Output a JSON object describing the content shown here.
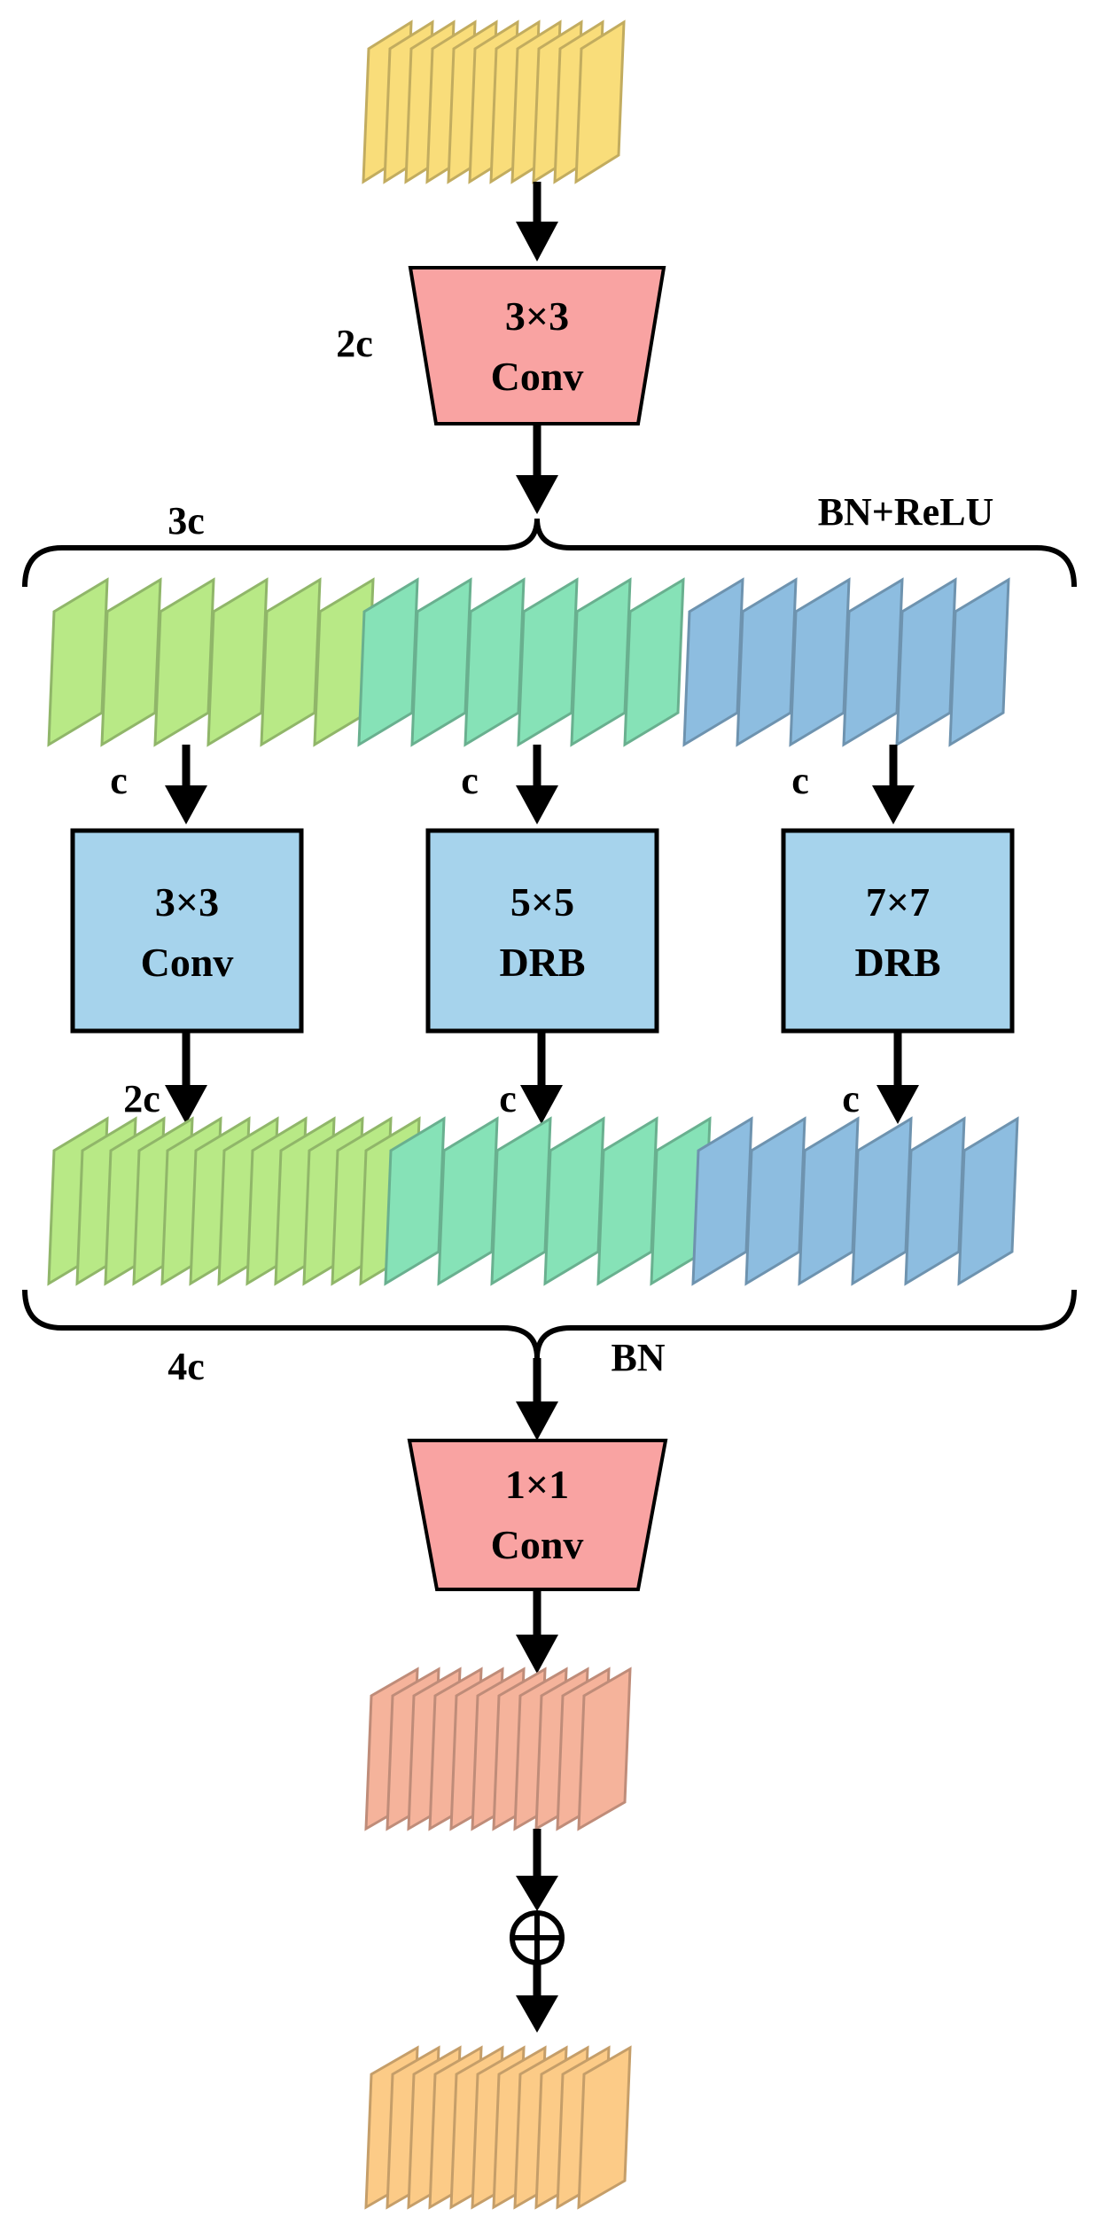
{
  "labels": {
    "conv_in_channels": "2c",
    "split_channels": "3c",
    "split_norm": "BN+ReLU",
    "branch1_in": "c",
    "branch2_in": "c",
    "branch3_in": "c",
    "branch1_out": "2c",
    "branch2_out": "c",
    "branch3_out": "c",
    "concat_channels": "4c",
    "concat_norm": "BN",
    "add_symbol": "⊕"
  },
  "blocks": {
    "conv_in": {
      "line1": "3×3",
      "line2": "Conv"
    },
    "branch1": {
      "line1": "3×3",
      "line2": "Conv"
    },
    "branch2": {
      "line1": "5×5",
      "line2": "DRB"
    },
    "branch3": {
      "line1": "7×7",
      "line2": "DRB"
    },
    "conv_out": {
      "line1": "1×1",
      "line2": "Conv"
    }
  },
  "colors": {
    "input_map": "#f9dd7a",
    "trapezoid": "#f9a3a2",
    "group_green": "#b8e986",
    "group_teal": "#86e2b7",
    "group_blue": "#8dbde0",
    "branch_box": "#a6d3ec",
    "output_map": "#f5b39b",
    "final_map": "#fccb87",
    "stroke": "#000000"
  }
}
